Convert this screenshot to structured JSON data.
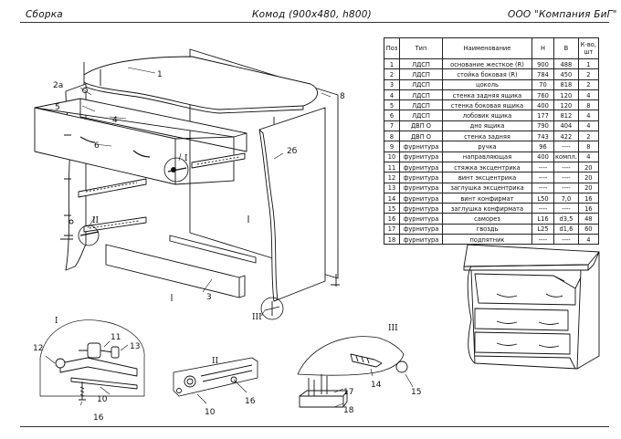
{
  "header": {
    "left": "Сборка",
    "center": "Комод (900х480, h800)",
    "right": "ООО \"Компания БиГ\""
  },
  "table": {
    "headers": [
      "Поз",
      "Тип",
      "Наименование",
      "H",
      "B",
      "К-во, шт"
    ],
    "rows": [
      [
        "1",
        "ЛДСП",
        "основание жесткое (R)",
        "900",
        "488",
        "1"
      ],
      [
        "2",
        "ЛДСП",
        "стойка боковая (R)",
        "784",
        "450",
        "2"
      ],
      [
        "3",
        "ЛДСП",
        "цоколь",
        "70",
        "818",
        "2"
      ],
      [
        "4",
        "ЛДСП",
        "стенка задняя ящика",
        "760",
        "120",
        "4"
      ],
      [
        "5",
        "ЛДСП",
        "стенка боковая ящика",
        "400",
        "120",
        "8"
      ],
      [
        "6",
        "ЛДСП",
        "лобовик ящика",
        "177",
        "812",
        "4"
      ],
      [
        "7",
        "ДВП О",
        "дно ящика",
        "790",
        "404",
        "4"
      ],
      [
        "8",
        "ДВП О",
        "стенка задняя",
        "743",
        "422",
        "2"
      ],
      [
        "9",
        "фурнитура",
        "ручка",
        "96",
        "----",
        "8"
      ],
      [
        "10",
        "фурнитура",
        "направляющая",
        "400",
        "компл.",
        "4"
      ],
      [
        "11",
        "фурнитура",
        "стяжка эксцентрика",
        "----",
        "----",
        "20"
      ],
      [
        "12",
        "фурнитура",
        "винт эксцентрика",
        "----",
        "----",
        "20"
      ],
      [
        "13",
        "фурнитура",
        "заглушка эксцентрика",
        "----",
        "----",
        "20"
      ],
      [
        "14",
        "фурнитура",
        "винт конфирмат",
        "L50",
        "7,0",
        "16"
      ],
      [
        "15",
        "фурнитура",
        "заглушка конфирмата",
        "----",
        "----",
        "16"
      ],
      [
        "16",
        "фурнитура",
        "саморез",
        "L16",
        "d3,5",
        "48"
      ],
      [
        "17",
        "фурнитура",
        "гвоздь",
        "L25",
        "d1,6",
        "60"
      ],
      [
        "18",
        "фурнитура",
        "подпятник",
        "----",
        "----",
        "4"
      ]
    ]
  },
  "callouts": {
    "n1": "1",
    "n2a": "2а",
    "n2b": "2б",
    "n3": "3",
    "n4": "4",
    "n5": "5",
    "n6": "6",
    "n8": "8",
    "dI": "I",
    "dII": "II",
    "dIII": "III",
    "dI_12": "12",
    "dI_11": "11",
    "dI_13": "13",
    "dI_10": "10",
    "dI_16": "16",
    "dII_10": "10",
    "dII_16": "16",
    "dIII_14": "14",
    "dIII_15": "15",
    "dIII_17": "17",
    "dIII_18": "18"
  }
}
